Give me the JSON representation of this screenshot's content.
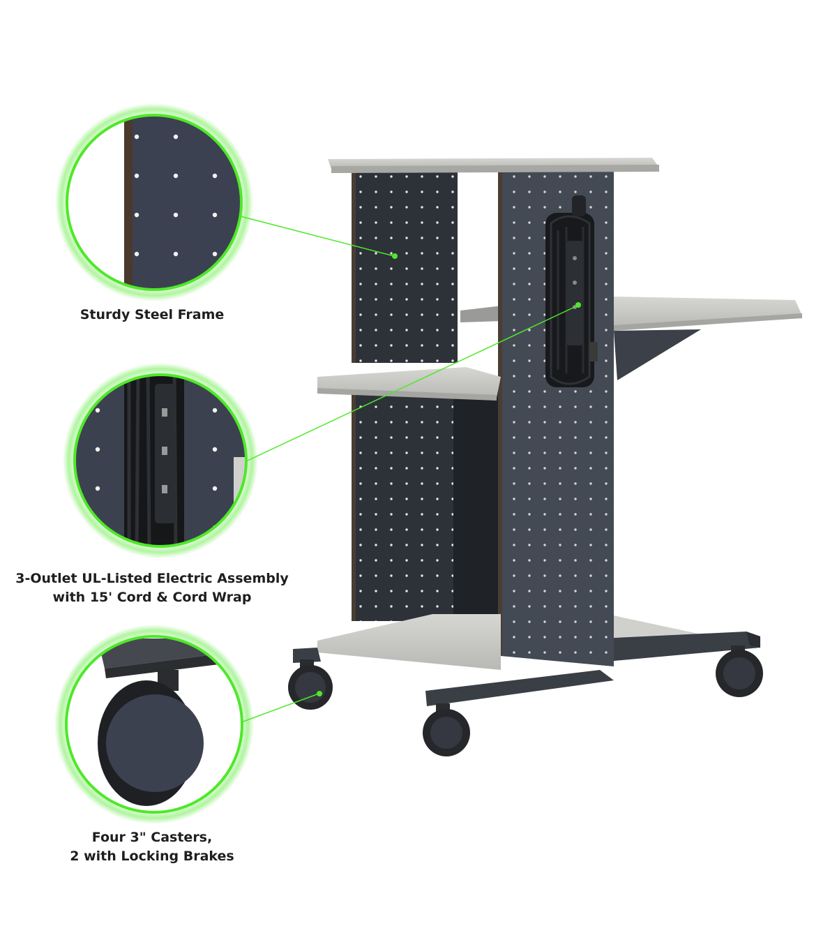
{
  "features": [
    {
      "id": "steel-frame",
      "lines": [
        "Sturdy Steel Frame"
      ]
    },
    {
      "id": "electric-assembly",
      "lines": [
        "3-Outlet UL-Listed Electric Assembly",
        "with 15' Cord & Cord Wrap"
      ]
    },
    {
      "id": "casters",
      "lines": [
        "Four 3\" Casters,",
        "2 with Locking Brakes"
      ]
    }
  ],
  "colors": {
    "callout_green": "#4fe82a",
    "panel_charcoal": "#3d434c",
    "shelf_gray": "#c8c8c5",
    "caption_text": "#1e1e1e"
  }
}
